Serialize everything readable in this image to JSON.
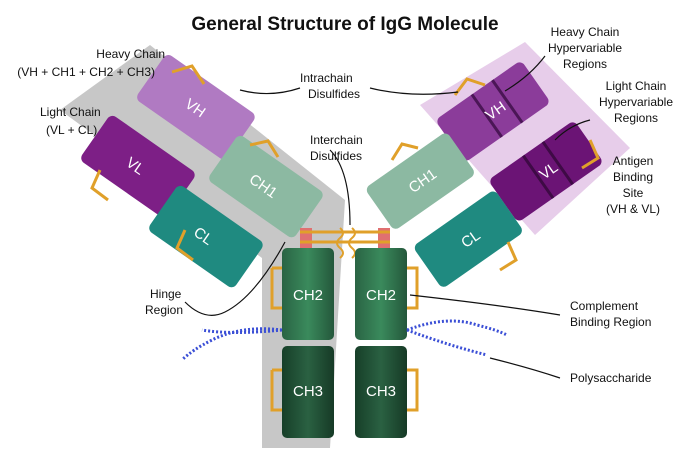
{
  "title": "General Structure of IgG Molecule",
  "labels": {
    "heavy_chain_left": "Heavy Chain",
    "heavy_chain_left_formula": "(VH + CH1 + CH2 + CH3)",
    "light_chain_left": "Light Chain",
    "light_chain_left_formula": "(VL + CL)",
    "intrachain": [
      "Intrachain",
      "Disulfides"
    ],
    "interchain": [
      "Interchain",
      "Disulfides"
    ],
    "hinge": [
      "Hinge",
      "Region"
    ],
    "heavy_hyper": [
      "Heavy Chain",
      "Hypervariable",
      "Regions"
    ],
    "light_hyper": [
      "Light Chain",
      "Hypervariable",
      "Regions"
    ],
    "antigen": [
      "Antigen",
      "Binding",
      "Site"
    ],
    "antigen_formula": "(VH & VL)",
    "complement": [
      "Complement",
      "Binding Region"
    ],
    "polysaccharide": "Polysaccharide"
  },
  "domains": {
    "vh": "VH",
    "vl": "VL",
    "ch1": "CH1",
    "cl": "CL",
    "ch2": "CH2",
    "ch3": "CH3"
  },
  "colors": {
    "vh": "#b07ac2",
    "vl": "#7d1f86",
    "ch1": "#8cb9a2",
    "cl": "#1f8a80",
    "ch2": "#2e6f4a",
    "ch3": "#1d4d33",
    "shadow": "#b8b8b8",
    "highlight": "#e7cdea",
    "disulfide": "#e0a02a",
    "polysaccharide": "#3b4fd6"
  }
}
